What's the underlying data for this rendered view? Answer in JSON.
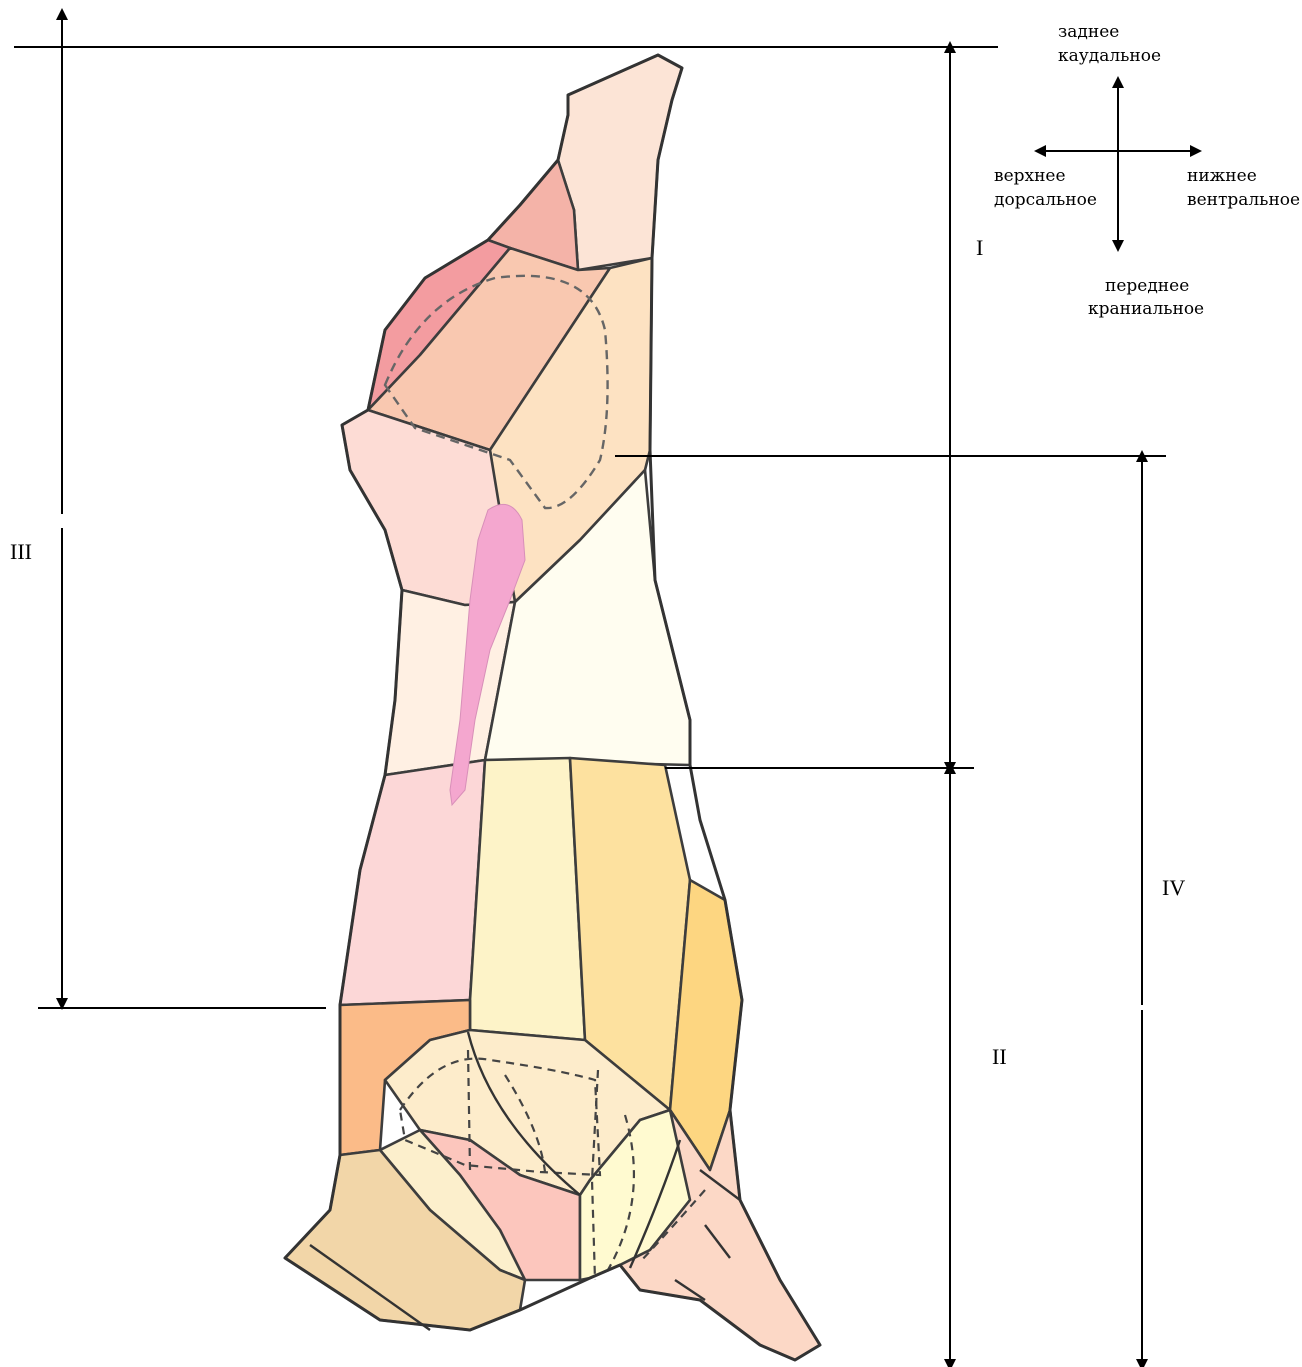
{
  "orientation": {
    "up": [
      "заднее",
      "каудальное"
    ],
    "left": [
      "верхнее",
      "дорсальное"
    ],
    "right": [
      "нижнее",
      "вентральное"
    ],
    "down": [
      "переднее",
      "краниальное"
    ]
  },
  "sections": {
    "i": "I",
    "ii": "II",
    "iii": "III",
    "iv": "IV"
  },
  "colors": {
    "shank": "#fce4d6",
    "rump": "#f4b3a8",
    "round_edge": "#f39ca0",
    "thigh_upper": "#f9c8b0",
    "thigh_inner": "#fde2c2",
    "loin_left": "#fddcd5",
    "fat_pink": "#f4a7cf",
    "loin_lower": "#fff0e3",
    "flank": "#fffdf0",
    "rib_left": "#fcd7d7",
    "rib_mid": "#fdf3c8",
    "rib_right": "#fde19f",
    "brisket": "#fdd681",
    "chuck_left": "#fbbb88",
    "shoulder": "#fdeccb",
    "blade": "#fcc6bd",
    "foreshank": "#fcefcc",
    "neck": "#f2d6a8",
    "leg_front": "#fcd8c6",
    "arm": "#fffad0"
  }
}
